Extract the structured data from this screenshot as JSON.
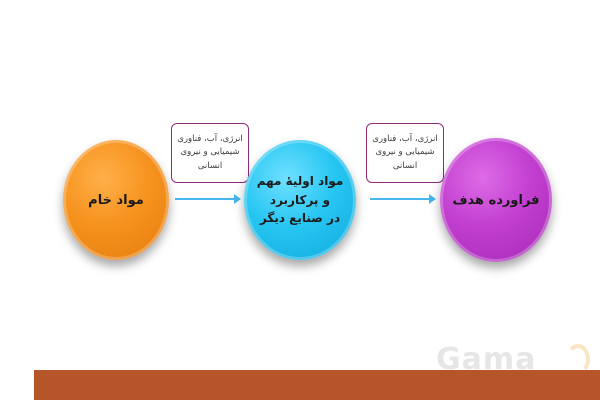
{
  "diagram": {
    "nodes": [
      {
        "label": "مواد خام",
        "color": "#f6921e"
      },
      {
        "label": "مواد اولیهٔ مهم\nو پرکاربرد\nدر صنایع دیگر",
        "color": "#27c6f2"
      },
      {
        "label": "فراورده هدف",
        "color": "#c23fd0"
      }
    ],
    "notes": [
      "انرژی، آب، فناوری\nشیمیایی و نیروی\nانسانی",
      "انرژی، آب، فناوری\nشیمیایی و نیروی\nانسانی"
    ],
    "arrow_color": "#48b6ea",
    "note_border_color": "#8e2a7c"
  },
  "footer": {
    "bar_color": "#b6542a",
    "watermark": "Gama"
  }
}
